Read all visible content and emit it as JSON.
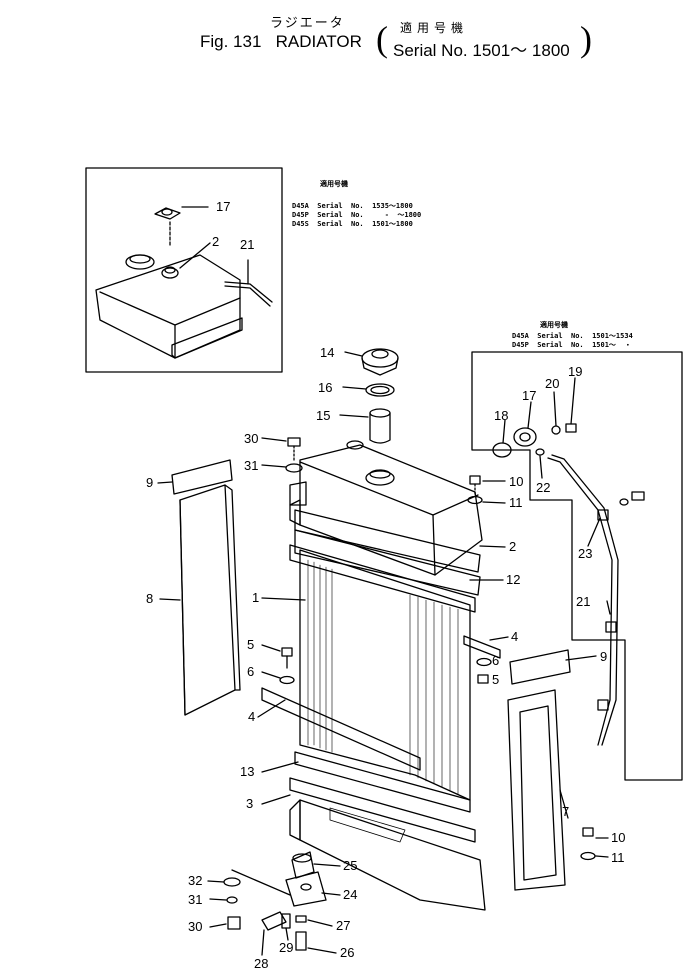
{
  "header": {
    "title_jp": "ラジエータ",
    "figure": "Fig. 131",
    "title": "RADIATOR",
    "serial_jp": "適用号機",
    "serial": "Serial No. 1501～ 1800"
  },
  "inset_top": {
    "heading_jp": "適用号機",
    "rows": [
      "D45A  Serial  No.  1535～1800",
      "D45P  Serial  No.     -  ～1800",
      "D45S  Serial  No.  1501～1800"
    ]
  },
  "inset_right": {
    "heading_jp": "適用号機",
    "rows": [
      "D45A  Serial  No.  1501～1534",
      "D45P  Serial  No.  1501～  ・"
    ]
  },
  "callouts": {
    "c17a": "17",
    "c2a": "2",
    "c21a": "21",
    "c14": "14",
    "c16": "16",
    "c15": "15",
    "c30a": "30",
    "c31a": "31",
    "c9a": "9",
    "c8": "8",
    "c1": "1",
    "c5a": "5",
    "c6a": "6",
    "c4a": "4",
    "c10a": "10",
    "c11a": "11",
    "c2b": "2",
    "c12": "12",
    "c4b": "4",
    "c6b": "6",
    "c5b": "5",
    "c9b": "9",
    "c18": "18",
    "c17b": "17",
    "c20": "20",
    "c19": "19",
    "c22": "22",
    "c23": "23",
    "c21b": "21",
    "c13": "13",
    "c3": "3",
    "c7": "7",
    "c10b": "10",
    "c11b": "11",
    "c25": "25",
    "c24": "24",
    "c27": "27",
    "c32": "32",
    "c31b": "31",
    "c30b": "30",
    "c29": "29",
    "c26": "26",
    "c28": "28"
  }
}
